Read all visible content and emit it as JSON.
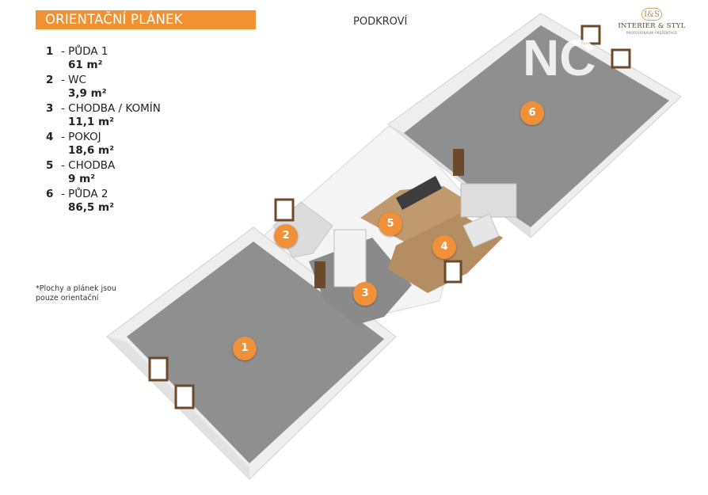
{
  "header": {
    "title": "ORIENTAČNÍ PLÁNEK MÍSTNOSTÍ",
    "floor": "PODKROVÍ"
  },
  "logo": {
    "mark": "I&S",
    "name": "INTERIER & STYL",
    "tagline": "PROFESIONÁLNÍ PREZENTACE"
  },
  "rooms": [
    {
      "num": "1",
      "name": "- PŮDA 1",
      "area": "61 m²"
    },
    {
      "num": "2",
      "name": "- WC",
      "area": "3,9 m²"
    },
    {
      "num": "3",
      "name": "- CHODBA / KOMÍN",
      "area": "11,1 m²"
    },
    {
      "num": "4",
      "name": "- POKOJ",
      "area": "18,6 m²"
    },
    {
      "num": "5",
      "name": "- CHODBA",
      "area": "9 m²"
    },
    {
      "num": "6",
      "name": "- PŮDA 2",
      "area": "86,5 m²"
    }
  ],
  "note": "*Plochy a plánek jsou pouze orientační",
  "watermark": "NC",
  "markers": [
    "1",
    "2",
    "3",
    "4",
    "5",
    "6"
  ],
  "colors": {
    "accent": "#f29131",
    "marker": "#f0913a",
    "attic_floor": "#8f8f8f",
    "wall": "#f2f2f2",
    "wood_floor": "#b48d63"
  }
}
